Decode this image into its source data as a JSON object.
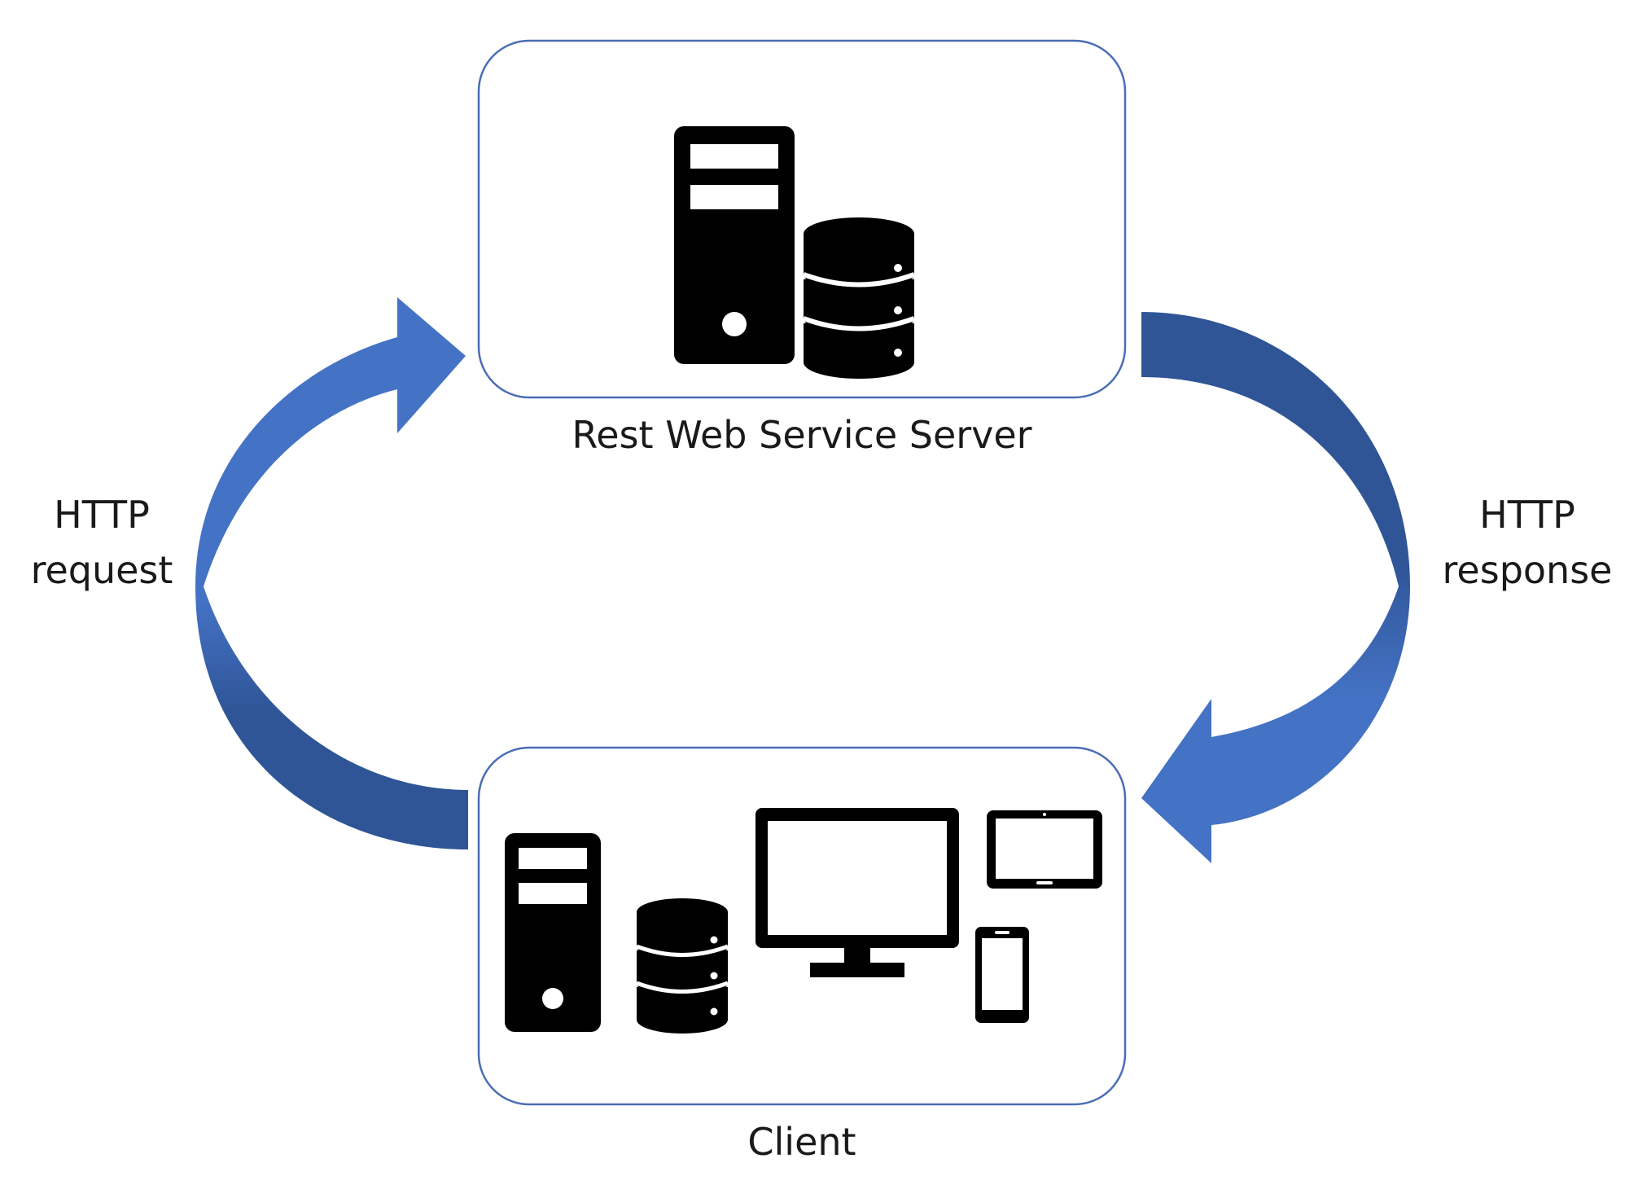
{
  "diagram": {
    "server_label": "Rest Web Service Server",
    "client_label": "Client",
    "request_label_line1": "HTTP",
    "request_label_line2": "request",
    "response_label_line1": "HTTP",
    "response_label_line2": "response"
  },
  "colors": {
    "arrow_light": "#4472c4",
    "arrow_dark": "#2f5597",
    "box_border": "#4a6db5",
    "icon": "#000000"
  },
  "icons": {
    "server": [
      "server-tower-icon",
      "database-icon"
    ],
    "client": [
      "server-tower-icon",
      "database-icon",
      "monitor-icon",
      "tablet-icon",
      "smartphone-icon"
    ]
  }
}
